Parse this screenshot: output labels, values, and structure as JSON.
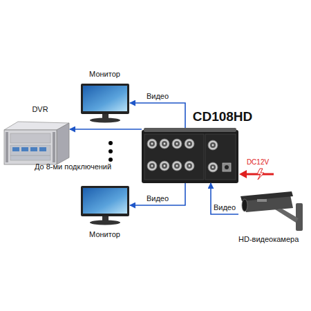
{
  "diagram": {
    "nodes": [
      {
        "text": [
          "Монитор"
        ]
      },
      {
        "text": [
          "DVR"
        ]
      },
      {
        "text": [
          "CD108HD"
        ]
      },
      {
        "text": [
          "Монитор"
        ]
      },
      {
        "text": [
          "HD-видеокамера"
        ]
      }
    ],
    "edges": [
      {
        "from": 2,
        "to": 0,
        "label": "Видео",
        "arrow": "to"
      },
      {
        "from": 2,
        "to": 1,
        "arrow": "to"
      },
      {
        "from": 2,
        "to": 3,
        "label": "Видео",
        "arrow": "to"
      },
      {
        "from": 4,
        "to": 2,
        "label": "Видео",
        "arrow": "to"
      }
    ],
    "labels": [
      "До 8-ми подключений",
      "DC12V"
    ]
  }
}
